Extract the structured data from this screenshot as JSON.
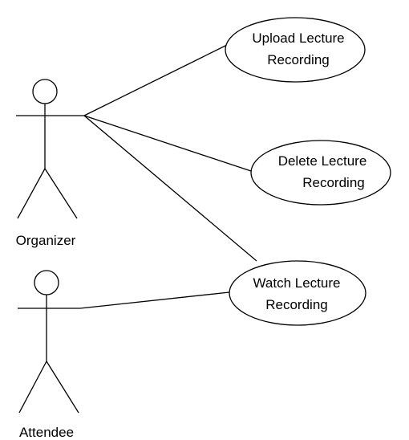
{
  "actors": [
    {
      "id": "organizer",
      "label": "Organizer"
    },
    {
      "id": "attendee",
      "label": "Attendee"
    }
  ],
  "use_cases": [
    {
      "id": "upload",
      "label_lines": [
        "Upload Lecture",
        "Recording"
      ]
    },
    {
      "id": "delete",
      "label_lines": [
        "Delete Lecture",
        "Recording"
      ]
    },
    {
      "id": "watch",
      "label_lines": [
        "Watch Lecture",
        "Recording"
      ]
    }
  ],
  "associations": [
    {
      "actor": "organizer",
      "use_case": "upload"
    },
    {
      "actor": "organizer",
      "use_case": "delete"
    },
    {
      "actor": "organizer",
      "use_case": "watch"
    },
    {
      "actor": "attendee",
      "use_case": "watch"
    }
  ]
}
